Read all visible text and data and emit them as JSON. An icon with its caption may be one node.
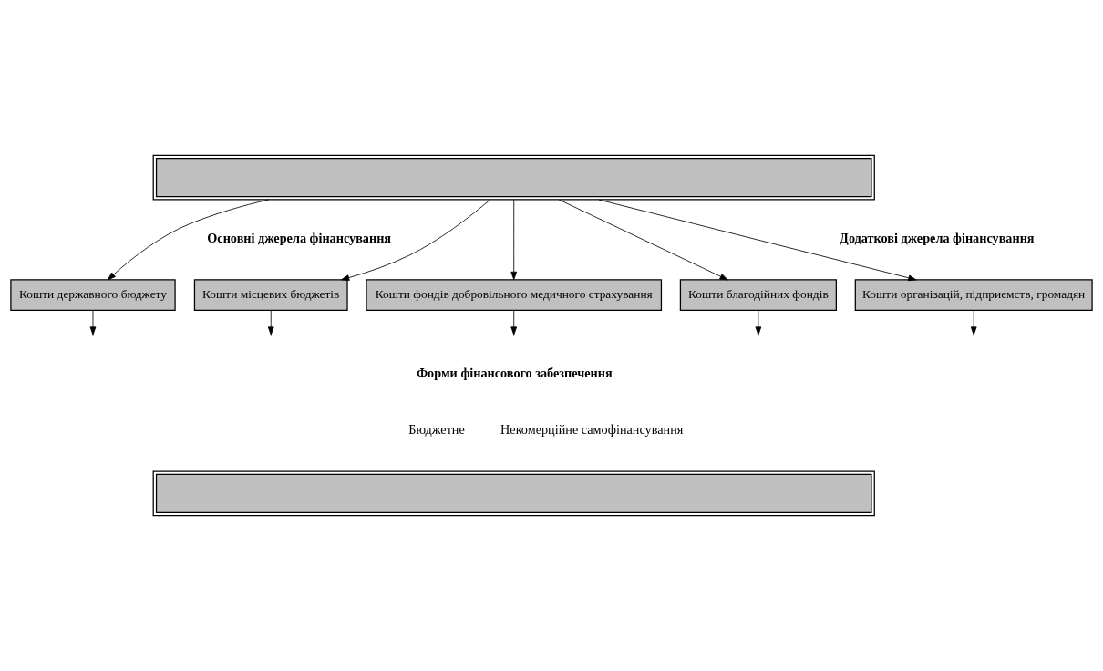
{
  "diagram": {
    "nodes": [
      {
        "text": [],
        "shape": "box"
      },
      {
        "text": [
          "Кошти державного бюджету"
        ]
      },
      {
        "text": [
          "Кошти місцевих бюджетів"
        ]
      },
      {
        "text": [
          "Кошти фондів добровільного медичного страхування"
        ]
      },
      {
        "text": [
          "Кошти благодійних фондів"
        ]
      },
      {
        "text": [
          "Кошти організацій, підприємств, громадян"
        ]
      },
      {
        "text": [],
        "shape": "box"
      }
    ],
    "edges": [
      {
        "from": 0,
        "to": 1,
        "arrow": "to"
      },
      {
        "from": 0,
        "to": 2,
        "arrow": "to"
      },
      {
        "from": 0,
        "to": 3,
        "arrow": "to"
      },
      {
        "from": 0,
        "to": 4,
        "arrow": "to"
      },
      {
        "from": 0,
        "to": 5,
        "arrow": "to"
      },
      {
        "from": 1,
        "to": null,
        "arrow": "to"
      },
      {
        "from": 2,
        "to": null,
        "arrow": "to"
      },
      {
        "from": 3,
        "to": null,
        "arrow": "to"
      },
      {
        "from": 4,
        "to": null,
        "arrow": "to"
      },
      {
        "from": 5,
        "to": null,
        "arrow": "to"
      }
    ],
    "labels": [
      "Основні джерела фінансування",
      "Додаткові джерела фінансування",
      "Форми фінансового забезпечення",
      "Бюджетне",
      "Некомерційне самофінансування"
    ]
  }
}
